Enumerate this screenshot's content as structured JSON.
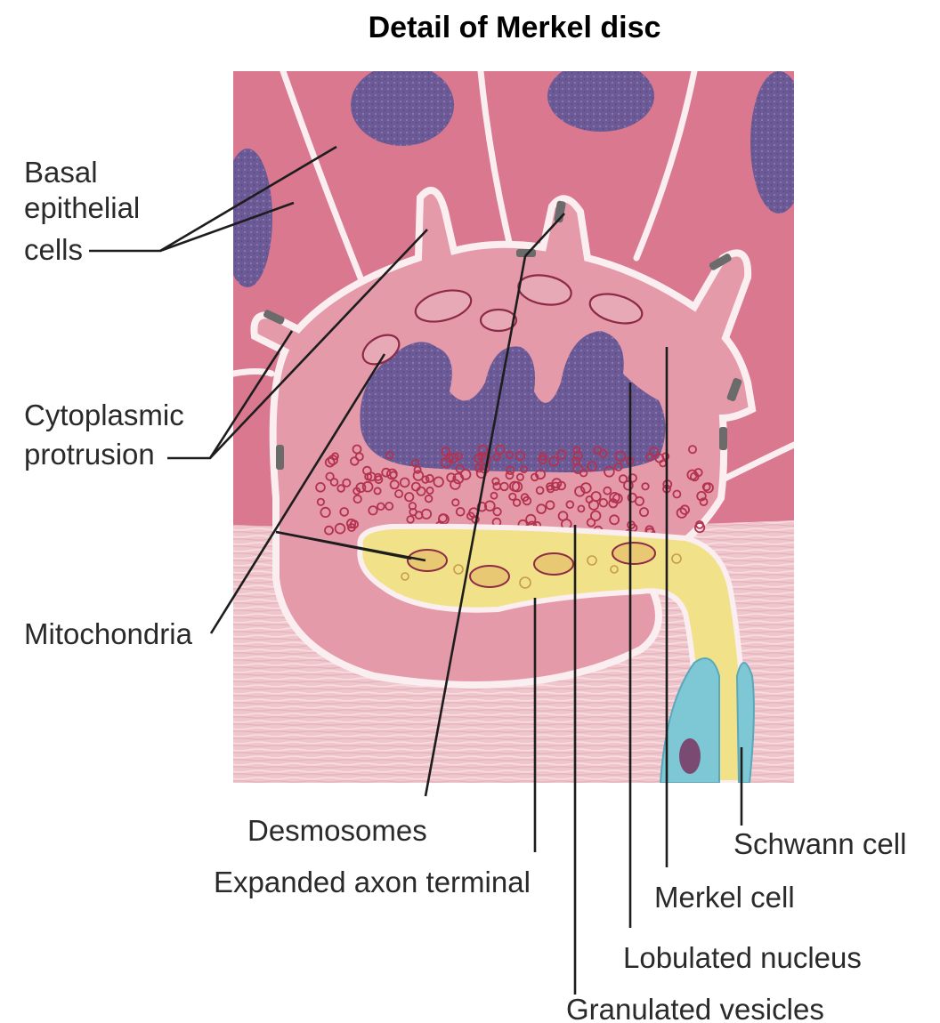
{
  "title": "Detail of Merkel disc",
  "labels": {
    "basal_line1": "Basal",
    "basal_line2": "epithelial",
    "basal_line3": "cells",
    "cytoplasmic_line1": "Cytoplasmic",
    "cytoplasmic_line2": "protrusion",
    "mitochondria": "Mitochondria",
    "desmosomes": "Desmosomes",
    "expanded_axon_terminal": "Expanded axon terminal",
    "schwann_cell": "Schwann cell",
    "merkel_cell": "Merkel cell",
    "lobulated_nucleus": "Lobulated nucleus",
    "granulated_vesicles": "Granulated vesicles"
  },
  "colors": {
    "epithelium": "#d9788f",
    "dermis": "#efc3c9",
    "merkel_cell": "#e59aa9",
    "nucleus": "#6c5a96",
    "axon_terminal": "#f1e28a",
    "schwann_cell": "#7ec8d6",
    "vesicle": "#b3324f",
    "membrane": "#fbeef0"
  }
}
